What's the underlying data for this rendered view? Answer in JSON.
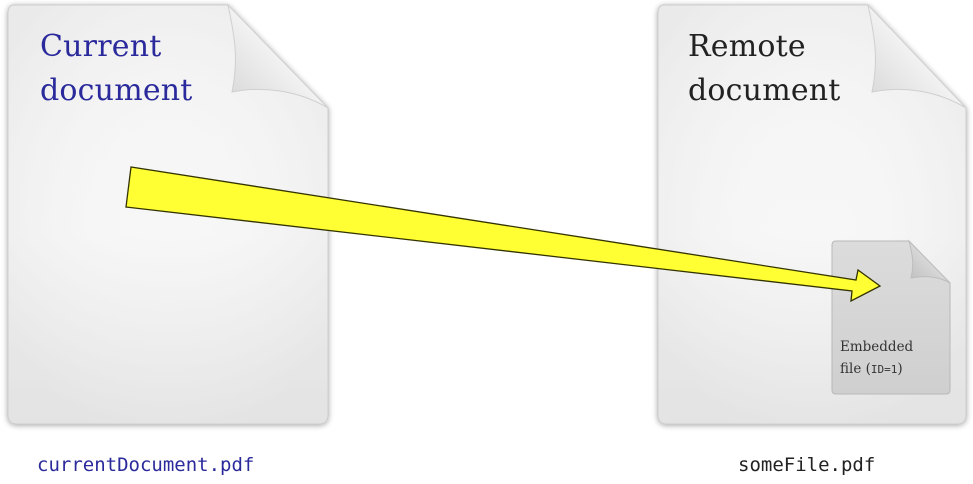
{
  "current_document": {
    "title_line1": "Current",
    "title_line2": "document",
    "filename": "currentDocument.pdf",
    "color": "#2a2a9c"
  },
  "remote_document": {
    "title_line1": "Remote",
    "title_line2": "document",
    "filename": "someFile.pdf",
    "color": "#222222"
  },
  "embedded_file": {
    "label_line1": "Embedded",
    "label_line2_prefix": "file (",
    "label_id": "ID=1",
    "label_line2_suffix": ")"
  },
  "arrow": {
    "fill": "#ffff33",
    "stroke": "#333300"
  }
}
